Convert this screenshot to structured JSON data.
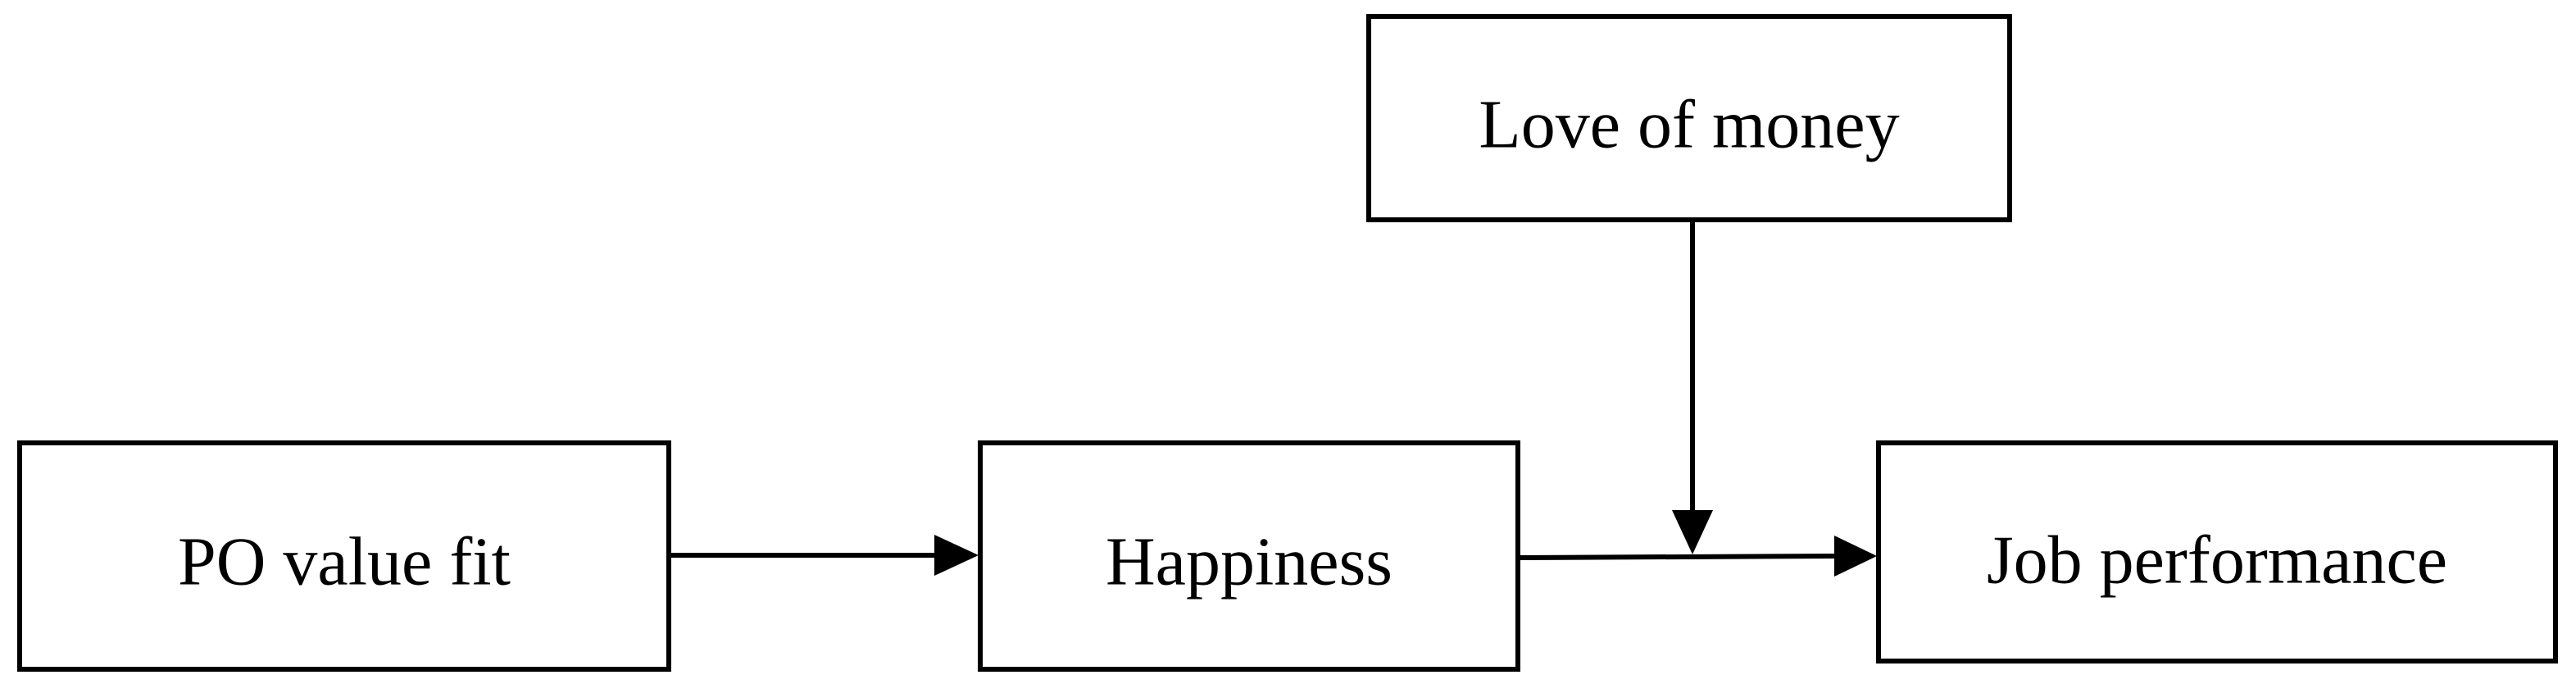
{
  "diagram": {
    "nodes": {
      "po_value_fit": {
        "label": "PO value fit"
      },
      "happiness": {
        "label": "Happiness"
      },
      "job_performance": {
        "label": "Job performance"
      },
      "love_of_money": {
        "label": "Love of money"
      }
    },
    "edges": [
      {
        "from": "PO value fit",
        "to": "Happiness",
        "type": "directed"
      },
      {
        "from": "Happiness",
        "to": "Job performance",
        "type": "directed"
      },
      {
        "from": "Love of money",
        "to": "Happiness → Job performance",
        "type": "moderation"
      }
    ],
    "colors": {
      "stroke": "#000000",
      "background": "#ffffff"
    }
  }
}
